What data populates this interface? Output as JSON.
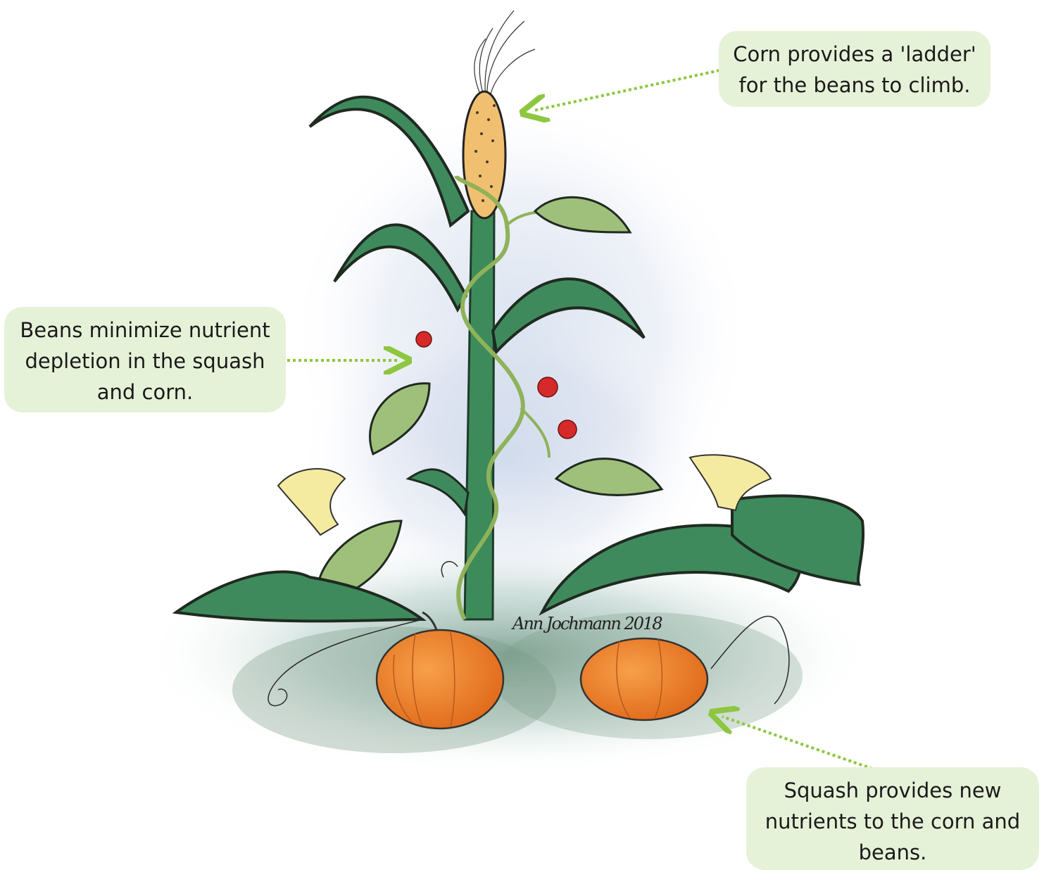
{
  "callouts": {
    "corn": {
      "lines": [
        "Corn provides a 'ladder'",
        "for the beans to climb."
      ]
    },
    "beans": {
      "lines": [
        "Beans minimize nutrient",
        "depletion in the squash",
        "and corn."
      ]
    },
    "squash": {
      "lines": [
        "Squash provides new",
        "nutrients to the corn and",
        "beans."
      ]
    }
  },
  "colors": {
    "callout_background": "#e6f2d8",
    "arrow": "#8dc63f",
    "leaf": "#3f8a5c",
    "leaf_light": "#9fc07a",
    "stalk": "#3d8b5a",
    "cob": "#f0c070",
    "bean_flower": "#d62a2a",
    "squash": "#f0802a",
    "squash_blossom": "#f5eba0",
    "mist": "#b9cbe3"
  },
  "signature": {
    "text": "Ann Jochmann 2018"
  }
}
